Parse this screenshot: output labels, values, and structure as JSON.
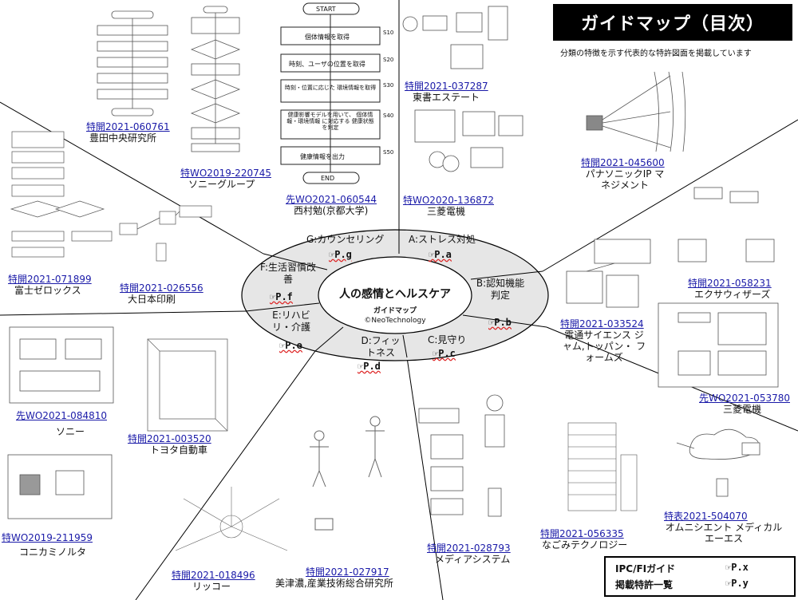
{
  "header": {
    "title": "ガイドマップ（目次）",
    "subtitle": "分類の特徴を示す代表的な特許図面を掲載しています"
  },
  "center": {
    "title": "人の感情とヘルスケア",
    "label": "ガイドマップ",
    "copyright": "©NeoTechnology"
  },
  "categories": [
    {
      "label": "G:カウンセリング",
      "ref": "☞P.g"
    },
    {
      "label": "A:ストレス対処",
      "ref": "☞P.a"
    },
    {
      "label": "B:認知機能判定",
      "ref": "☞P.b"
    },
    {
      "label": "C:見守り",
      "ref": "☞P.c"
    },
    {
      "label": "D:フィットネス",
      "ref": "☞P.d"
    },
    {
      "label": "E:リハビリ・介護",
      "ref": "☞P.e"
    },
    {
      "label": "F:生活習慣改善",
      "ref": "☞P.f"
    }
  ],
  "patents": [
    {
      "number": "特開2021-060761",
      "owner": "豊田中央研究所"
    },
    {
      "number": "特WO2019-220745",
      "owner": "ソニーグループ"
    },
    {
      "number": "先WO2021-060544",
      "owner": "西村勉(京都大学)"
    },
    {
      "number": "特開2021-037287",
      "owner": "東書エステート"
    },
    {
      "number": "特WO2020-136872",
      "owner": "三菱電機"
    },
    {
      "number": "特開2021-045600",
      "owner": "パナソニックIP マネジメント"
    },
    {
      "number": "特開2021-058231",
      "owner": "エクサウィザーズ"
    },
    {
      "number": "特開2021-033524",
      "owner": "電通サイエンス ジャム,トッパン・ フォームズ"
    },
    {
      "number": "先WO2021-053780",
      "owner": "三菱電機"
    },
    {
      "number": "特表2021-504070",
      "owner": "オムニシエント メディカル エーエス"
    },
    {
      "number": "特開2021-056335",
      "owner": "なごみテクノロジー"
    },
    {
      "number": "特開2021-028793",
      "owner": "メディアシステム"
    },
    {
      "number": "特開2021-027917",
      "owner": "美津濃,産業技術総合研究所"
    },
    {
      "number": "特開2021-018496",
      "owner": "リッコー"
    },
    {
      "number": "特WO2019-211959",
      "owner": "コニカミノルタ"
    },
    {
      "number": "特開2021-003520",
      "owner": "トヨタ自動車"
    },
    {
      "number": "先WO2021-084810",
      "owner": "ソニー"
    },
    {
      "number": "特開2021-071899",
      "owner": "富士ゼロックス"
    },
    {
      "number": "特開2021-026556",
      "owner": "大日本印刷"
    }
  ],
  "legend": {
    "ipc_label": "IPC/FIガイド",
    "ipc_ref": "☞P.x",
    "list_label": "掲載特許一覧",
    "list_ref": "☞P.y"
  },
  "flowchart": {
    "start": "START",
    "end": "END",
    "steps": [
      {
        "code": "S10",
        "text": "個体情報を取得"
      },
      {
        "code": "S20",
        "text": "時刻、ユーザの位置を取得"
      },
      {
        "code": "S30",
        "text": "時刻・位置に応じた 環境情報を取得"
      },
      {
        "code": "S40",
        "text": "健康影響モデルを用いて、 個体情報・環境情報 に対応する 健康状態を判定"
      },
      {
        "code": "S50",
        "text": "健康情報を出力"
      }
    ]
  }
}
